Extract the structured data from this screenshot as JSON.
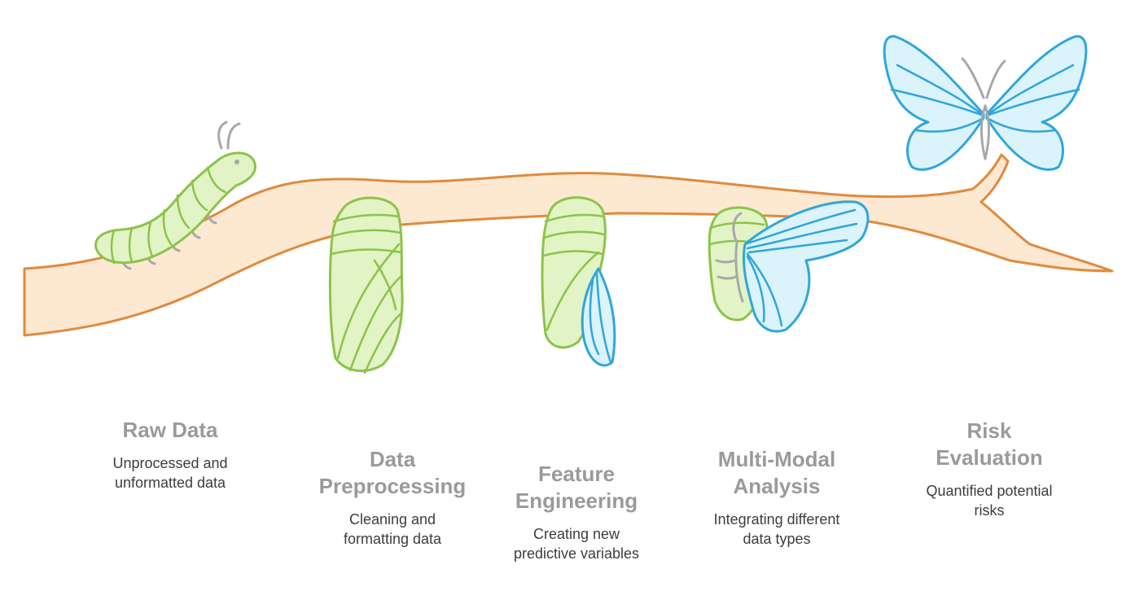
{
  "colors": {
    "branch_fill": "#fde8d2",
    "branch_stroke": "#e08a3c",
    "green_fill": "#e2f3c5",
    "green_stroke": "#8cc34b",
    "blue_fill": "#dbf3fb",
    "blue_stroke": "#2fa6dc",
    "gray_stroke": "#a8a8a8",
    "title_color": "#9a9a9a",
    "desc_color": "#3d3d3d"
  },
  "stages": [
    {
      "title_lines": [
        "Raw Data"
      ],
      "desc_lines": [
        "Unprocessed and",
        "unformatted data"
      ],
      "icon": "caterpillar-icon"
    },
    {
      "title_lines": [
        "Data",
        "Preprocessing"
      ],
      "desc_lines": [
        "Cleaning and",
        "formatting data"
      ],
      "icon": "chrysalis-icon"
    },
    {
      "title_lines": [
        "Feature",
        "Engineering"
      ],
      "desc_lines": [
        "Creating new",
        "predictive variables"
      ],
      "icon": "chrysalis-emerging-icon"
    },
    {
      "title_lines": [
        "Multi-Modal",
        "Analysis"
      ],
      "desc_lines": [
        "Integrating different",
        "data types"
      ],
      "icon": "butterfly-emerging-icon"
    },
    {
      "title_lines": [
        "Risk",
        "Evaluation"
      ],
      "desc_lines": [
        "Quantified potential",
        "risks"
      ],
      "icon": "butterfly-icon"
    }
  ]
}
